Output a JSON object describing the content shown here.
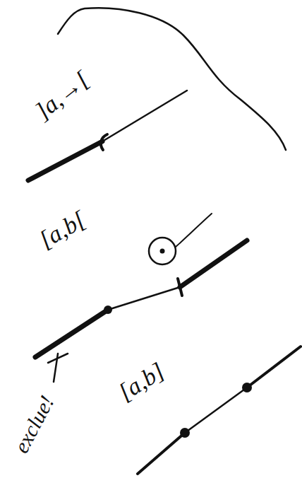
{
  "diagram": {
    "labels": [
      "]a,→[",
      "[a,b[",
      "exclue!",
      "[a,b]"
    ]
  }
}
